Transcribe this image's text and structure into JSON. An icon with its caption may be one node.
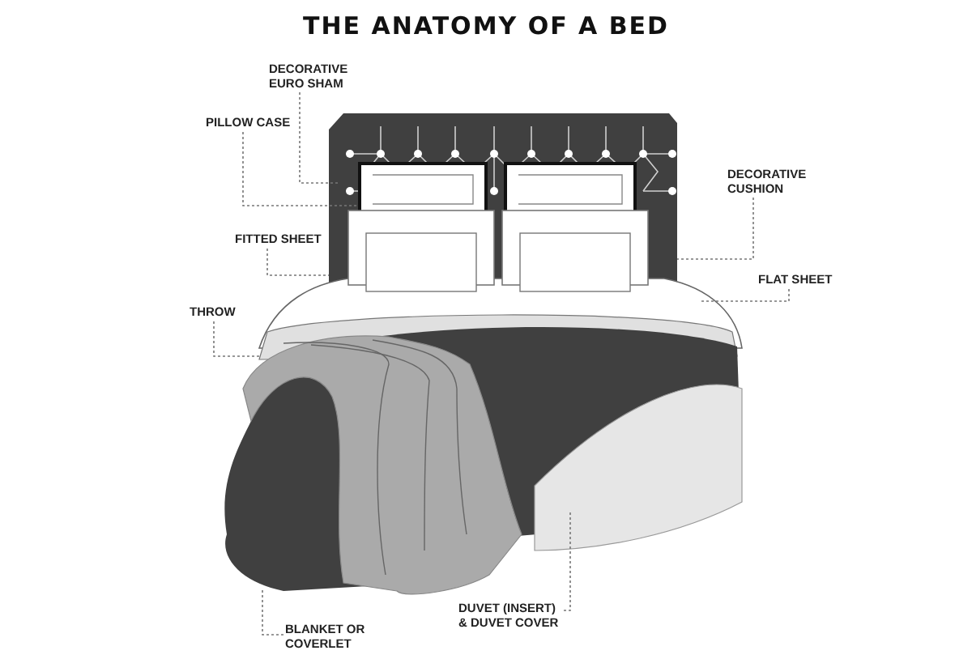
{
  "diagram": {
    "title": "THE ANATOMY OF A BED",
    "nodes": [
      {
        "text": [
          "DECORATIVE EURO SHAM"
        ]
      },
      {
        "text": [
          "PILLOW CASE"
        ]
      },
      {
        "text": [
          "FITTED SHEET"
        ]
      },
      {
        "text": [
          "THROW"
        ]
      },
      {
        "text": [
          "DECORATIVE CUSHION"
        ]
      },
      {
        "text": [
          "FLAT SHEET"
        ]
      },
      {
        "text": [
          "BLANKET OR COVERLET"
        ]
      },
      {
        "text": [
          "DUVET (INSERT) & DUVET COVER"
        ]
      }
    ],
    "edges": [
      {
        "from": 0,
        "to": null,
        "arrow": "none",
        "style": "dashed"
      },
      {
        "from": 1,
        "to": null,
        "arrow": "none",
        "style": "dashed"
      },
      {
        "from": 2,
        "to": null,
        "arrow": "none",
        "style": "dashed"
      },
      {
        "from": 3,
        "to": null,
        "arrow": "none",
        "style": "dashed"
      },
      {
        "from": 4,
        "to": null,
        "arrow": "none",
        "style": "dashed"
      },
      {
        "from": 5,
        "to": null,
        "arrow": "none",
        "style": "dashed"
      },
      {
        "from": 6,
        "to": null,
        "arrow": "none",
        "style": "dashed"
      },
      {
        "from": 7,
        "to": null,
        "arrow": "none",
        "style": "dashed"
      }
    ]
  }
}
